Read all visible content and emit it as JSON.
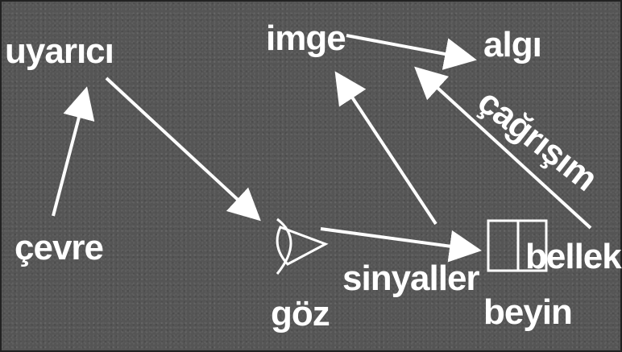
{
  "diagram": {
    "labels": {
      "uyarici": "uyarıcı",
      "imge": "imge",
      "algi": "algı",
      "cagrisim": "çağrışım",
      "cevre": "çevre",
      "sinyaller": "sinyaller",
      "goz": "göz",
      "beyin": "beyin",
      "bellek": "bellek"
    },
    "colors": {
      "background": "#555555",
      "foreground": "#ffffff"
    },
    "icons": [
      "eye-icon",
      "brain-box-icon"
    ]
  }
}
